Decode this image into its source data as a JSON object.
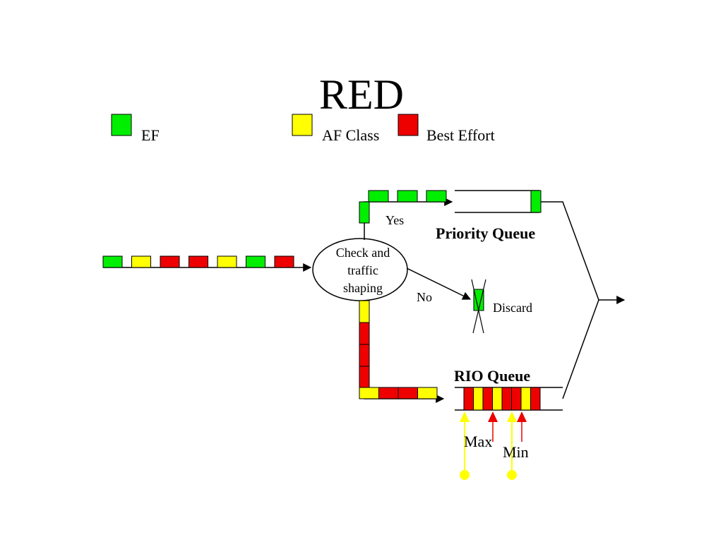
{
  "title": "RED",
  "colors": {
    "ef": "#00EE00",
    "af": "#FFFF00",
    "be": "#EE0000",
    "line": "#000000"
  },
  "legend": [
    {
      "label": "EF",
      "class": "ef"
    },
    {
      "label": "AF Class",
      "class": "af"
    },
    {
      "label": "Best Effort",
      "class": "be"
    }
  ],
  "input_packets": [
    "ef",
    "af",
    "be",
    "be",
    "af",
    "ef",
    "be"
  ],
  "classifier": {
    "lines": [
      "Check and",
      "traffic",
      "shaping"
    ]
  },
  "branch_yes": {
    "label": "Yes",
    "packets": [
      "ef",
      "ef",
      "ef",
      "ef"
    ]
  },
  "branch_no": {
    "label": "No",
    "dropped_packet": "ef",
    "discard_label": "Discard"
  },
  "priority_queue": {
    "label": "Priority Queue",
    "packets": [
      "ef"
    ]
  },
  "rio_path_packets": [
    "af",
    "be",
    "be",
    "be",
    "af",
    "be",
    "be",
    "af"
  ],
  "rio_queue": {
    "label": "RIO Queue",
    "packets": [
      "be",
      "af",
      "be",
      "af",
      "be",
      "be",
      "af",
      "be"
    ],
    "thresholds": {
      "max_label": "Max",
      "min_label": "Min"
    }
  }
}
